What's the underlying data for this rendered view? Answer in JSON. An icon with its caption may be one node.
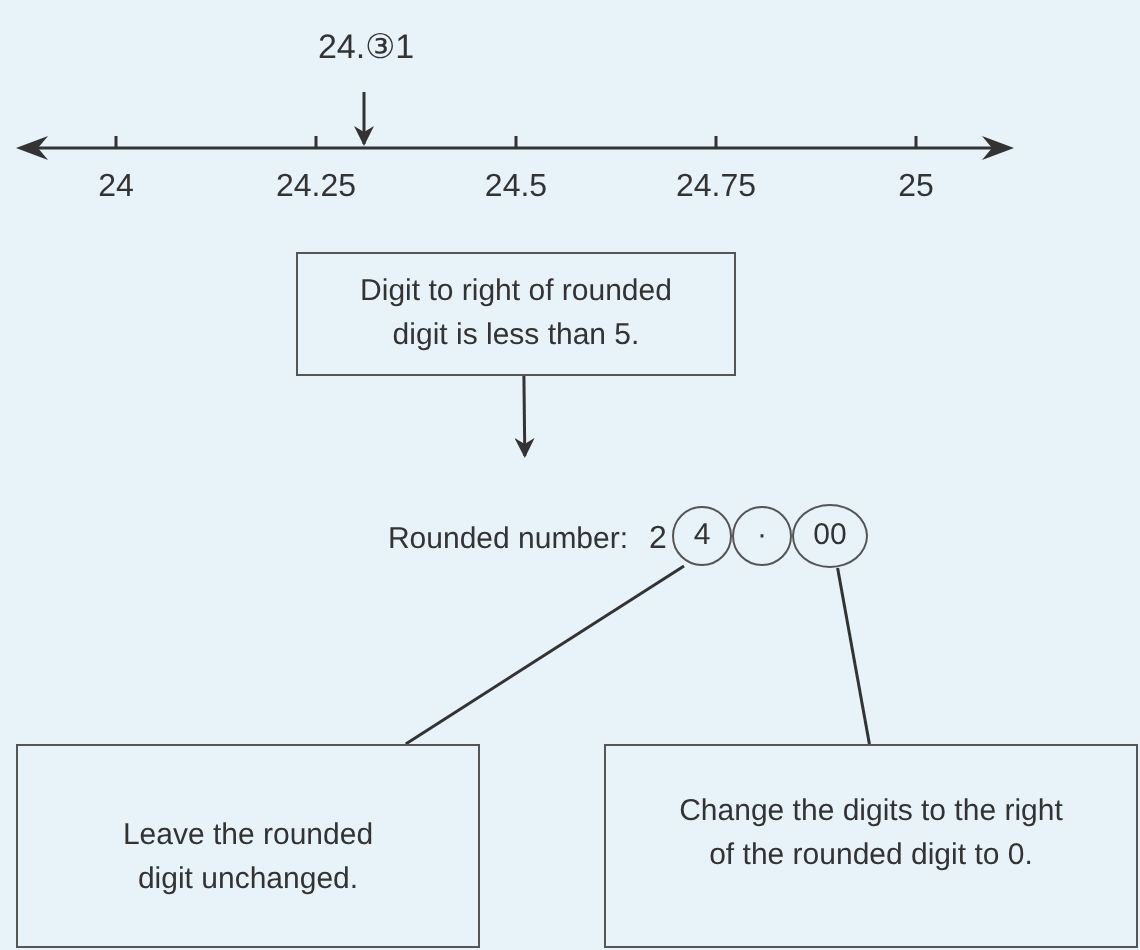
{
  "diagram": {
    "nodes": [
      {
        "text": [
          "24.③1"
        ]
      },
      {
        "text": [
          "Digit to right of rounded digit is less than 5."
        ]
      },
      {
        "text": [
          "Rounded number:"
        ]
      },
      {
        "text": [
          "4"
        ]
      },
      {
        "text": [
          "·"
        ]
      },
      {
        "text": [
          "00"
        ]
      },
      {
        "text": [
          "Leave the rounded digit unchanged."
        ]
      },
      {
        "text": [
          "Change the digits to the right of the rounded digit to 0."
        ]
      },
      {
        "text": [],
        "shape": "line"
      }
    ],
    "edges": [
      {
        "from": 0,
        "to": 8,
        "arrow": "to"
      },
      {
        "from": 1,
        "to": 2,
        "arrow": "to"
      },
      {
        "from": 3,
        "to": 6,
        "arrow": "none"
      },
      {
        "from": 5,
        "to": 7,
        "arrow": "none"
      }
    ],
    "labels": [
      "24",
      "24.25",
      "24.5",
      "24.75",
      "25",
      "2"
    ]
  }
}
